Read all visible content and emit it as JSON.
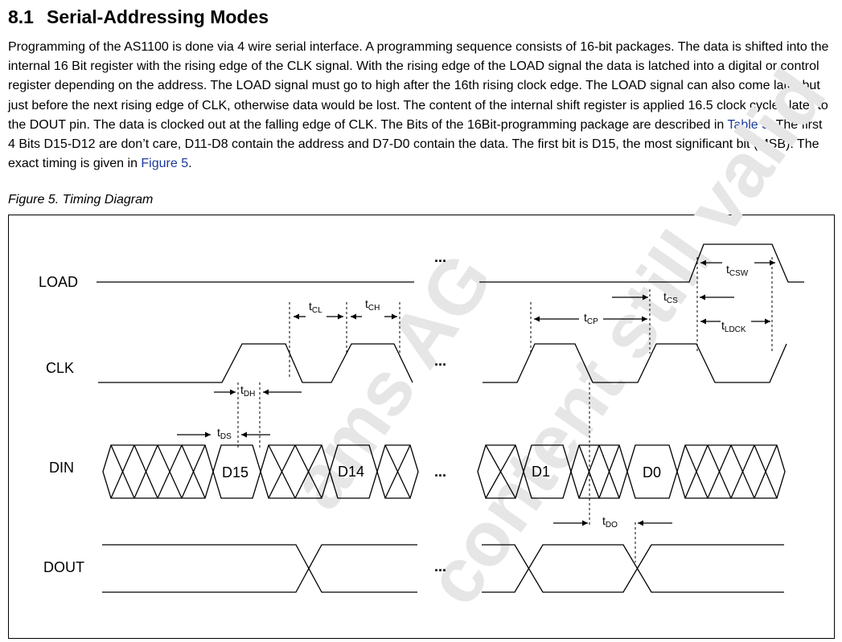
{
  "section": {
    "number": "8.1",
    "title": "Serial-Addressing Modes"
  },
  "paragraph": {
    "lines": [
      "Programming of the AS1100 is done via 4 wire serial interface. A programming sequence consists of 16-bit packages. The data is shifted into the",
      "internal 16 Bit register with the rising edge of the CLK signal. With the rising edge of the LOAD signal the data is latched into a digital or control",
      "register depending on the address. The LOAD signal must go to high after the 16th rising clock edge. The LOAD signal can also come later but",
      "just before the next rising edge of CLK, otherwise data would be lost. The content of the internal shift register is applied 16.5 clock cycles later to"
    ],
    "line5_before_link": "the DOUT pin. The data is clocked out at the falling edge of CLK. The Bits of the 16Bit-programming package are described in ",
    "line5_link": "Table 5",
    "line5_after_link": ". The first",
    "line6": "4 Bits D15-D12 are don’t care, D11-D8 contain the address and D7-D0 contain the data. The first bit is D15, the most significant bit (MSB). The",
    "line7_before_link": "exact timing is given in ",
    "line7_link": "Figure 5",
    "line7_after_link": "."
  },
  "figure": {
    "caption": "Figure 5.  Timing Diagram",
    "signals": {
      "load": "LOAD",
      "clk": "CLK",
      "din": "DIN",
      "dout": "DOUT"
    },
    "ellipsis": "...",
    "bits": {
      "d15": "D15",
      "d14": "D14",
      "d1": "D1",
      "d0": "D0"
    },
    "timing": {
      "tcsw": {
        "main": "t",
        "sub": "CSW"
      },
      "tcl": {
        "main": "t",
        "sub": "CL"
      },
      "tch": {
        "main": "t",
        "sub": "CH"
      },
      "tcs": {
        "main": "t",
        "sub": "CS"
      },
      "tcp": {
        "main": "t",
        "sub": "CP"
      },
      "tldck": {
        "main": "t",
        "sub": "LDCK"
      },
      "tdh": {
        "main": "t",
        "sub": "DH"
      },
      "tds": {
        "main": "t",
        "sub": "DS"
      },
      "tdo": {
        "main": "t",
        "sub": "DO"
      }
    }
  },
  "watermark": {
    "line1": "ams AG",
    "line2": "content still valid"
  }
}
